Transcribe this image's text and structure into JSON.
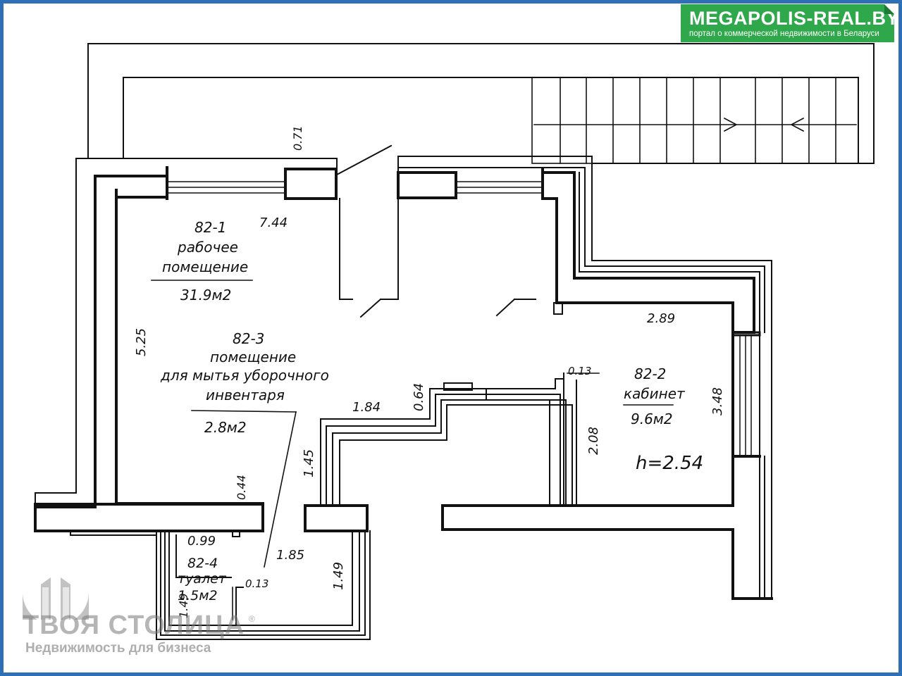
{
  "brand": {
    "title": "MEGAPOLIS-REAL.BY",
    "subtitle": "портал о коммерческой недвижимости в Беларуси",
    "color": "#2ea84a"
  },
  "watermark": {
    "name": "ТВОЯ СТОЛИЦА",
    "registered": "®",
    "tagline": "Недвижимость для бизнеса"
  },
  "rooms": [
    {
      "id": "82-1",
      "name_line1": "рабочее",
      "name_line2": "помещение",
      "area": "31.9м2"
    },
    {
      "id": "82-3",
      "name_line1": "помещение",
      "name_line2": "для мытья уборочного",
      "name_line3": "инвентаря",
      "area": "2.8м2"
    },
    {
      "id": "82-2",
      "name_line1": "кабинет",
      "area": "9.6м2"
    },
    {
      "id": "82-4",
      "name_line1": "туалет",
      "area": "1.5м2"
    }
  ],
  "ceiling_height": "h=2.54",
  "dimensions": {
    "d_071": "0.71",
    "d_744": "7.44",
    "d_525": "5.25",
    "d_289": "2.89",
    "d_348": "3.48",
    "d_013_top": "0.13",
    "d_064": "0.64",
    "d_184": "1.84",
    "d_145": "1.45",
    "d_208": "2.08",
    "d_044": "0.44",
    "d_099": "0.99",
    "d_185": "1.85",
    "d_149_right": "1.49",
    "d_149_left": "1.49",
    "d_013_bottom": "0.13"
  },
  "colors": {
    "frame": "#2f6fb5",
    "ink": "#111111"
  }
}
